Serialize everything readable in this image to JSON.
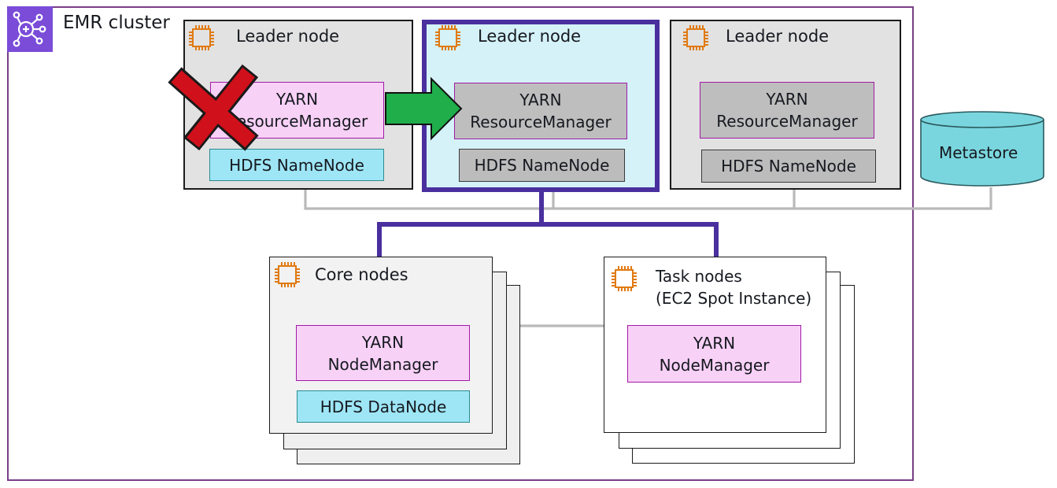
{
  "cluster": {
    "label": "EMR cluster",
    "icon": "emr-cluster-icon",
    "icon_color": "#7a4cd8"
  },
  "leaders": [
    {
      "title": "Leader node",
      "yarn": "YARN\nResourceManager",
      "hdfs": "HDFS NameNode",
      "state": "failed"
    },
    {
      "title": "Leader node",
      "yarn": "YARN\nResourceManager",
      "hdfs": "HDFS NameNode",
      "state": "active"
    },
    {
      "title": "Leader node",
      "yarn": "YARN\nResourceManager",
      "hdfs": "HDFS NameNode",
      "state": "standby"
    }
  ],
  "metastore": {
    "label": "Metastore",
    "color": "#7ad6de"
  },
  "core": {
    "title": "Core nodes",
    "yarn": "YARN\nNodeManager",
    "hdfs": "HDFS DataNode"
  },
  "task": {
    "title": "Task nodes\n(EC2 Spot Instance)",
    "yarn": "YARN\nNodeManager"
  },
  "colors": {
    "failover_arrow": "#1fae4a",
    "failed_cross": "#d0101a",
    "active_border": "#4a2f9e",
    "ec2_icon": "#e07a12",
    "connector": "#b9b9b9"
  }
}
